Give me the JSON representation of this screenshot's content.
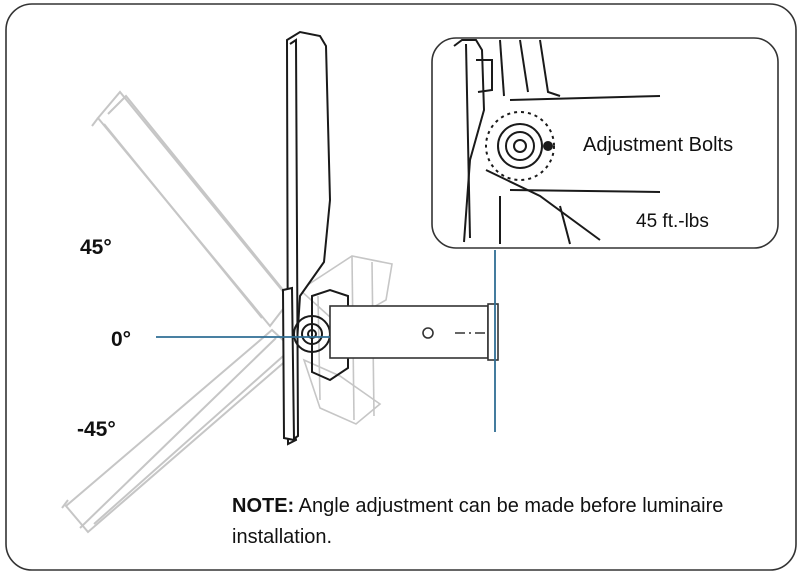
{
  "angles": {
    "up": "45°",
    "zero": "0°",
    "down": "-45°"
  },
  "callout": {
    "label": "Adjustment Bolts",
    "torque": "45 ft.-lbs"
  },
  "note": {
    "prefix": "NOTE:",
    "text": " Angle adjustment can be made before luminaire installation."
  },
  "colors": {
    "frame": "#333333",
    "guide_line": "#2f6e94",
    "drawing": "#1a1a1a",
    "ghost": "#c4c4c4"
  }
}
